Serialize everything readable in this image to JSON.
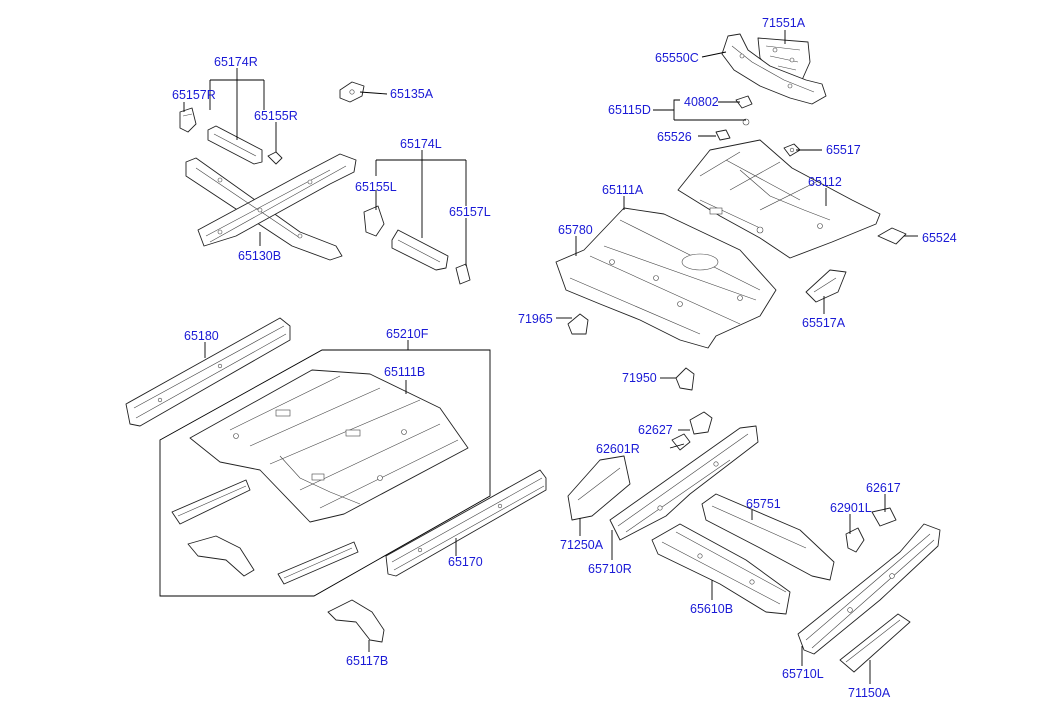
{
  "labels": {
    "l71551a": "71551A",
    "l65550c": "65550C",
    "l65174r": "65174R",
    "l65135a": "65135A",
    "l65157r": "65157R",
    "l65155r": "65155R",
    "l40802": "40802",
    "l65115d": "65115D",
    "l65526": "65526",
    "l65517": "65517",
    "l65174l": "65174L",
    "l65155l": "65155L",
    "l65157l": "65157L",
    "l65111a": "65111A",
    "l65112": "65112",
    "l65130b": "65130B",
    "l65780": "65780",
    "l65524": "65524",
    "l71965": "71965",
    "l65517a": "65517A",
    "l65180": "65180",
    "l65210f": "65210F",
    "l65111b": "65111B",
    "l71950": "71950",
    "l62627": "62627",
    "l62601r": "62601R",
    "l62617": "62617",
    "l65751": "65751",
    "l62901l": "62901L",
    "l71250a": "71250A",
    "l65170": "65170",
    "l65710r": "65710R",
    "l65610b": "65610B",
    "l65117b": "65117B",
    "l65710l": "65710L",
    "l71150a": "71150A"
  }
}
